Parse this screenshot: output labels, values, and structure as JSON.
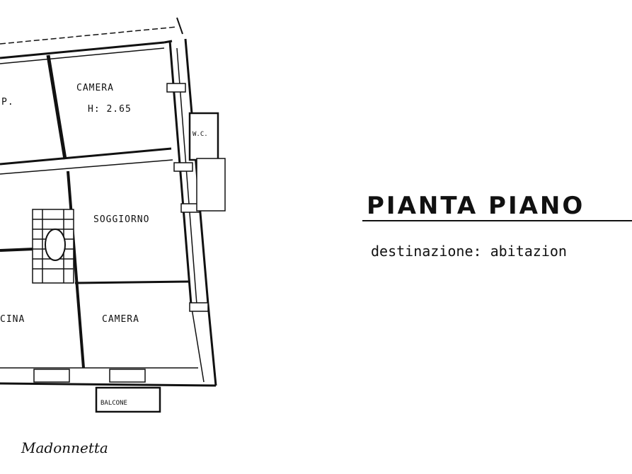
{
  "title": "PIANTA PIANO",
  "subtitle": "destinazione: abitazion",
  "rooms": {
    "bedroom_top": "CAMERA",
    "bedroom_top_height": "H: 2.65",
    "partial_top_left": "P.",
    "soggiorno": "SOGGIORNO",
    "kitchen_partial": "CINA",
    "bedroom_bottom": "CAMERA",
    "wc": "W.C.",
    "balcone": "BALCONE"
  },
  "location": "Madonnetta"
}
